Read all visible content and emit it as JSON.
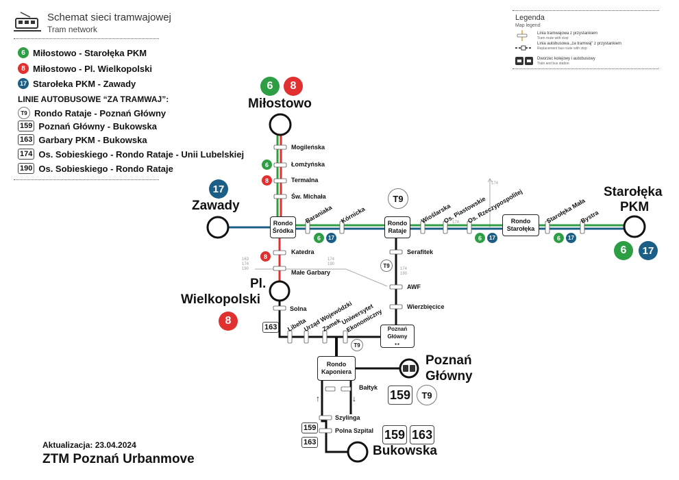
{
  "header": {
    "title": "Schemat sieci tramwajowej",
    "subtitle": "Tram network",
    "icon": "tram-icon"
  },
  "routes": [
    {
      "number": "6",
      "name": "Miłostowo - Starołęka PKM",
      "color": "#2e9e44"
    },
    {
      "number": "8",
      "name": "Miłostowo - Pl. Wielkopolski",
      "color": "#e03030"
    },
    {
      "number": "17",
      "name": "Starołeka PKM - Zawady",
      "color": "#1c5f86"
    }
  ],
  "bus_heading": "LINIE AUTOBUSOWE “ZA TRAMWAJ”:",
  "bus_routes": [
    {
      "number": "T9",
      "name": "Rondo Rataje - Poznań Główny",
      "style": "circle"
    },
    {
      "number": "159",
      "name": "Poznań Główny - Bukowska",
      "style": "box"
    },
    {
      "number": "163",
      "name": "Garbary PKM - Bukowska",
      "style": "box"
    },
    {
      "number": "174",
      "name": "Os. Sobieskiego - Rondo Rataje - Unii Lubelskiej",
      "style": "box"
    },
    {
      "number": "190",
      "name": "Os. Sobieskiego - Rondo Rataje",
      "style": "box"
    }
  ],
  "legend": {
    "title": "Legenda",
    "subtitle": "Map legend",
    "items": [
      {
        "label": "Linia tramwajowa z przystankiem",
        "sub": "Tram route with stop"
      },
      {
        "label": "Linia autobusowa „za tramwaj” z przystankiem",
        "sub": "Replacement bus route with stop"
      },
      {
        "label": "Dworzec kolejowy i autobusowy",
        "sub": "Train and bus station"
      }
    ]
  },
  "map": {
    "terminals": {
      "milostowo": "Miłostowo",
      "zawady": "Zawady",
      "starolek_a": "Starołęka",
      "starolek_b": "PKM",
      "pl_a": "Pl.",
      "pl_b": "Wielkopolski",
      "poznan_a": "Poznań",
      "poznan_b": "Główny",
      "bukowska": "Bukowska"
    },
    "nodes": {
      "srodka": "Rondo Śródka",
      "rataje": "Rondo Rataje",
      "staroleka": "Rondo Starołęka",
      "poznan_glowny": "Poznań Główny",
      "kaponiera": "Rondo Kaponiera"
    },
    "stops": {
      "mogilenska": "Mogileńska",
      "lomzynska": "Łomżyńska",
      "termalna": "Termalna",
      "sw_michala": "Św. Michała",
      "baraniaka": "Baraniaka",
      "kornicka": "Kórnicka",
      "wioslarska": "Wioślarska",
      "os_piastowskie": "Os. Piastowskie",
      "os_rzeczypospolitej": "Os. Rzeczypospolitej",
      "staroleka_mala": "Starołęka Mała",
      "bystra": "Bystra",
      "katedra": "Katedra",
      "male_garbary": "Małe Garbary",
      "solna": "Solna",
      "serafitek": "Serafitek",
      "awf": "AWF",
      "wierzbiecice": "Wierzbięcice",
      "libelta": "Libelta",
      "urzad": "Urząd Wojewódzki",
      "zamek": "Zamek",
      "uniwersytet": "Uniwersytet",
      "ekonomiczny": "Ekonomiczny",
      "baltyk": "Bałtyk",
      "szylinga": "Szylinga",
      "polna": "Polna Szpital"
    },
    "route_badges": {
      "six": "6",
      "eight": "8",
      "seventeen": "17",
      "t9": "T9"
    },
    "bus_labels": {
      "b159": "159",
      "b163": "163",
      "b174": "174",
      "b190": "190"
    },
    "arrows": {
      "up": "↑",
      "down": "↓"
    }
  },
  "footer": {
    "update": "Aktualizacja: 23.04.2024",
    "org": "ZTM Poznań Urbanmove"
  },
  "colors": {
    "green": "#2e9e44",
    "red": "#e03030",
    "blue": "#1c5f86"
  }
}
